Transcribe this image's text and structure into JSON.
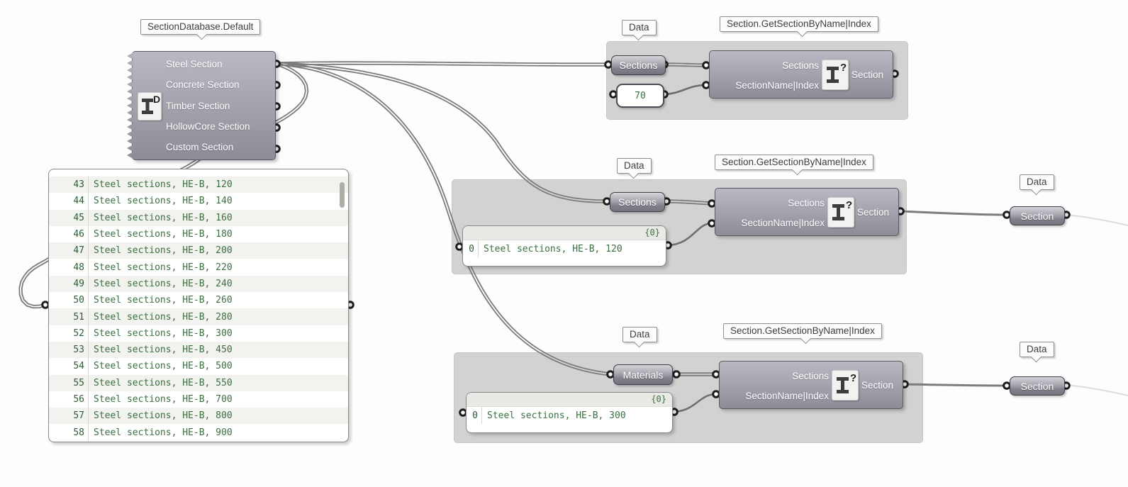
{
  "database": {
    "callout": "SectionDatabase.Default",
    "icon": "section-database-ibeam-d-icon",
    "outputs": [
      "Steel Section",
      "Concrete Section",
      "Timber Section",
      "HollowCore Section",
      "Custom Section"
    ]
  },
  "list_panel": {
    "rows": [
      {
        "num": "43",
        "text": "Steel sections, HE-B, 120"
      },
      {
        "num": "44",
        "text": "Steel sections, HE-B, 140"
      },
      {
        "num": "45",
        "text": "Steel sections, HE-B, 160"
      },
      {
        "num": "46",
        "text": "Steel sections, HE-B, 180"
      },
      {
        "num": "47",
        "text": "Steel sections, HE-B, 200"
      },
      {
        "num": "48",
        "text": "Steel sections, HE-B, 220"
      },
      {
        "num": "49",
        "text": "Steel sections, HE-B, 240"
      },
      {
        "num": "50",
        "text": "Steel sections, HE-B, 260"
      },
      {
        "num": "51",
        "text": "Steel sections, HE-B, 280"
      },
      {
        "num": "52",
        "text": "Steel sections, HE-B, 300"
      },
      {
        "num": "53",
        "text": "Steel sections, HE-B, 450"
      },
      {
        "num": "54",
        "text": "Steel sections, HE-B, 500"
      },
      {
        "num": "55",
        "text": "Steel sections, HE-B, 550"
      },
      {
        "num": "56",
        "text": "Steel sections, HE-B, 700"
      },
      {
        "num": "57",
        "text": "Steel sections, HE-B, 800"
      },
      {
        "num": "58",
        "text": "Steel sections, HE-B, 900"
      }
    ]
  },
  "group_top": {
    "data_callout": "Data",
    "component_callout": "Section.GetSectionByName|Index",
    "param_label": "Sections",
    "index_value": "70",
    "inputs": [
      "Sections",
      "SectionName|Index"
    ],
    "output": "Section",
    "icon": "ibeam-question-icon"
  },
  "group_middle": {
    "data_callout": "Data",
    "component_callout": "Section.GetSectionByName|Index",
    "param_label": "Sections",
    "panel": {
      "header": "{0}",
      "index": "0",
      "text": "Steel sections, HE-B, 120"
    },
    "inputs": [
      "Sections",
      "SectionName|Index"
    ],
    "output": "Section",
    "icon": "ibeam-question-icon",
    "out_param": {
      "callout": "Data",
      "label": "Section"
    }
  },
  "group_bottom": {
    "data_callout": "Data",
    "component_callout": "Section.GetSectionByName|Index",
    "param_label": "Materials",
    "panel": {
      "header": "{0}",
      "index": "0",
      "text": "Steel sections, HE-B, 300"
    },
    "inputs": [
      "Sections",
      "SectionName|Index"
    ],
    "output": "Section",
    "icon": "ibeam-question-icon",
    "out_param": {
      "callout": "Data",
      "label": "Section"
    }
  },
  "colors": {
    "wire": "#7c7c7c",
    "wire_faint": "#dcdcdc",
    "group_bg": "#d2d2d2",
    "component_fill": "#a3a0ab",
    "panel_text_green": "#3a7040",
    "canvas_bg": "#fdfdfd"
  }
}
